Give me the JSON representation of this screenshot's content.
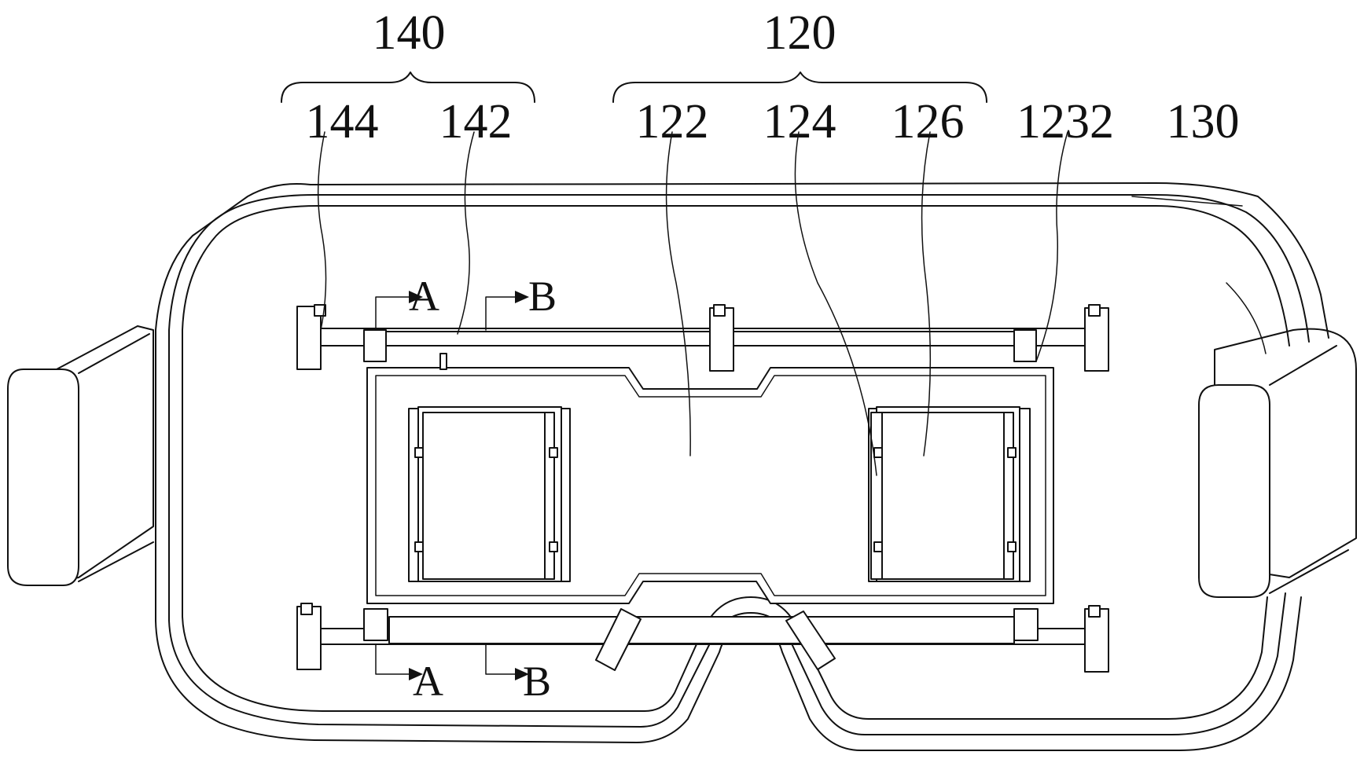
{
  "labels": {
    "l140": "140",
    "l120": "120",
    "l144": "144",
    "l142": "142",
    "l122": "122",
    "l124": "124",
    "l126": "126",
    "l1232": "1232",
    "l130": "130"
  },
  "section_marks": {
    "a_top": "A",
    "b_top": "B",
    "a_bottom": "A",
    "b_bottom": "B"
  }
}
